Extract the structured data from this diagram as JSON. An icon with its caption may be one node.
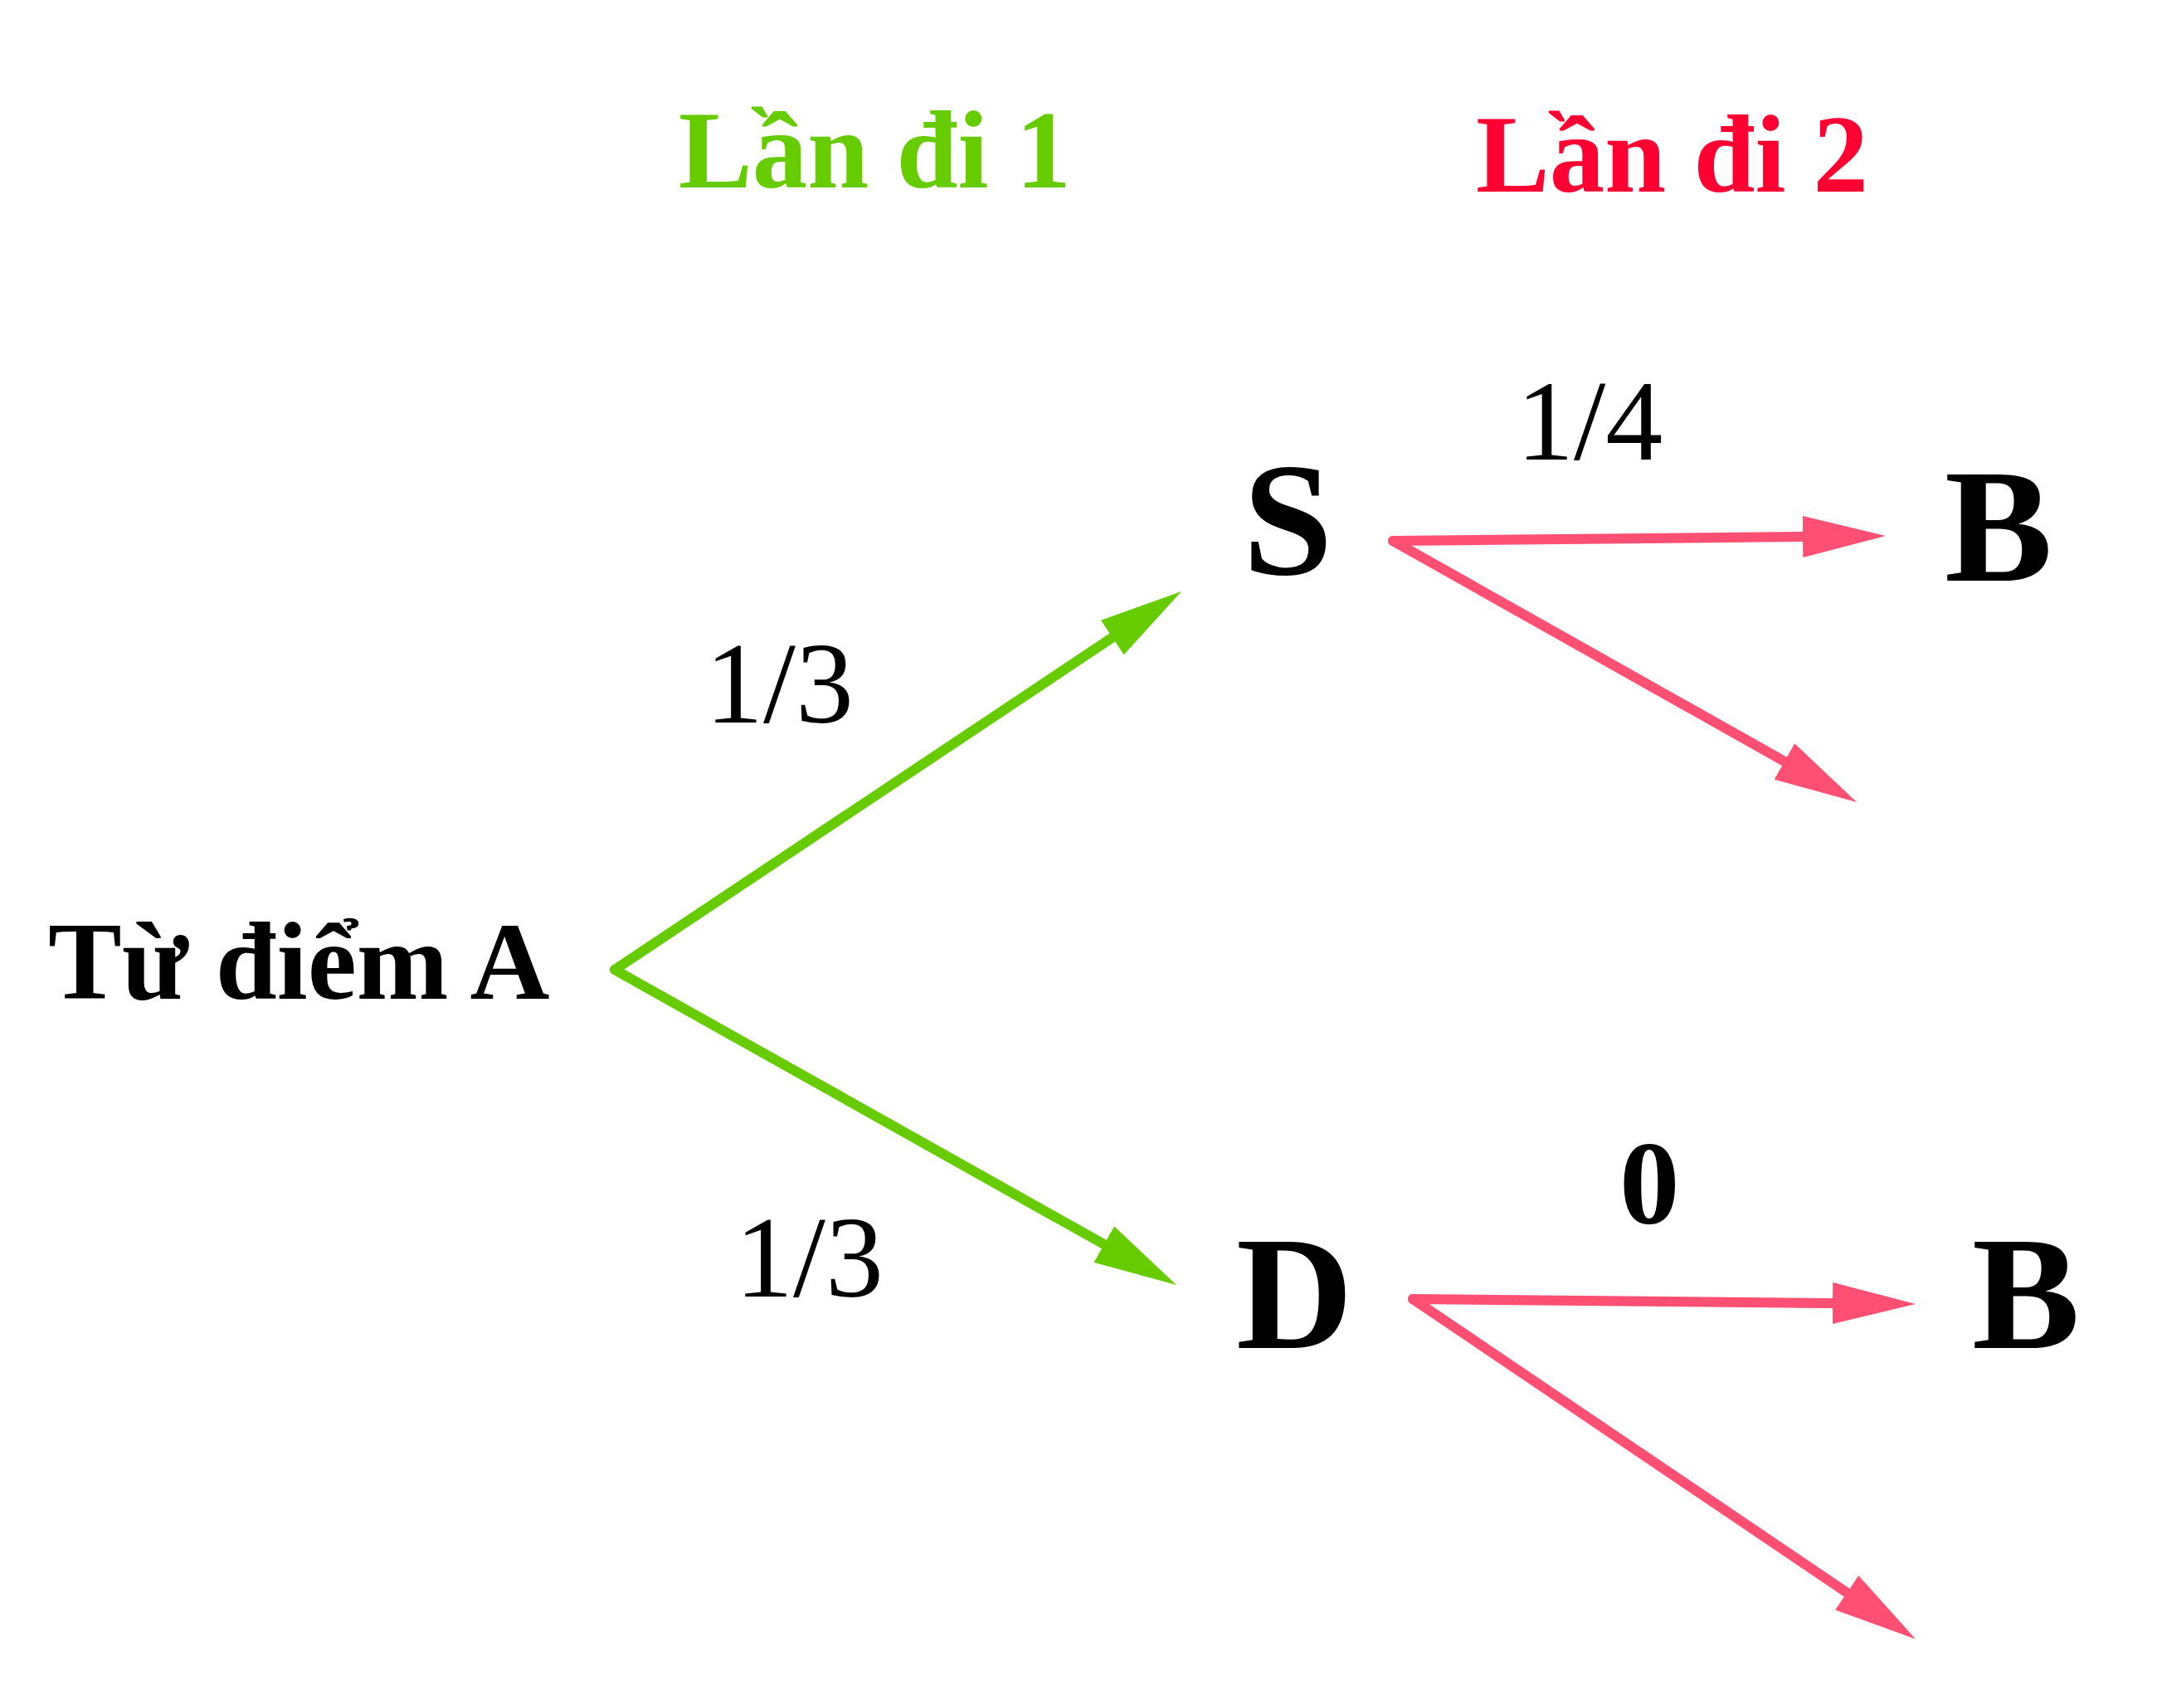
{
  "diagram": {
    "nodes": [
      {
        "text": [
          "Từ điểm A"
        ]
      },
      {
        "text": [
          "S"
        ]
      },
      {
        "text": [
          "B"
        ]
      },
      {
        "text": [
          "D"
        ]
      },
      {
        "text": [
          "B"
        ]
      }
    ],
    "edges": [
      {
        "from": 0,
        "to": 1,
        "arrow": "to",
        "label": "1/3",
        "color": "#66cc00"
      },
      {
        "from": 0,
        "to": 3,
        "arrow": "to",
        "label": "1/3",
        "color": "#66cc00"
      },
      {
        "from": 1,
        "to": 2,
        "arrow": "to",
        "label": "1/4",
        "color": "#ff4f73"
      },
      {
        "from": 1,
        "to": null,
        "arrow": "to",
        "color": "#ff4f73"
      },
      {
        "from": 3,
        "to": 4,
        "arrow": "to",
        "label": "0",
        "color": "#ff4f73"
      },
      {
        "from": 3,
        "to": null,
        "arrow": "to",
        "color": "#ff4f73"
      }
    ],
    "labels": [
      "Lần đi 1",
      "Lần đi 2"
    ]
  }
}
